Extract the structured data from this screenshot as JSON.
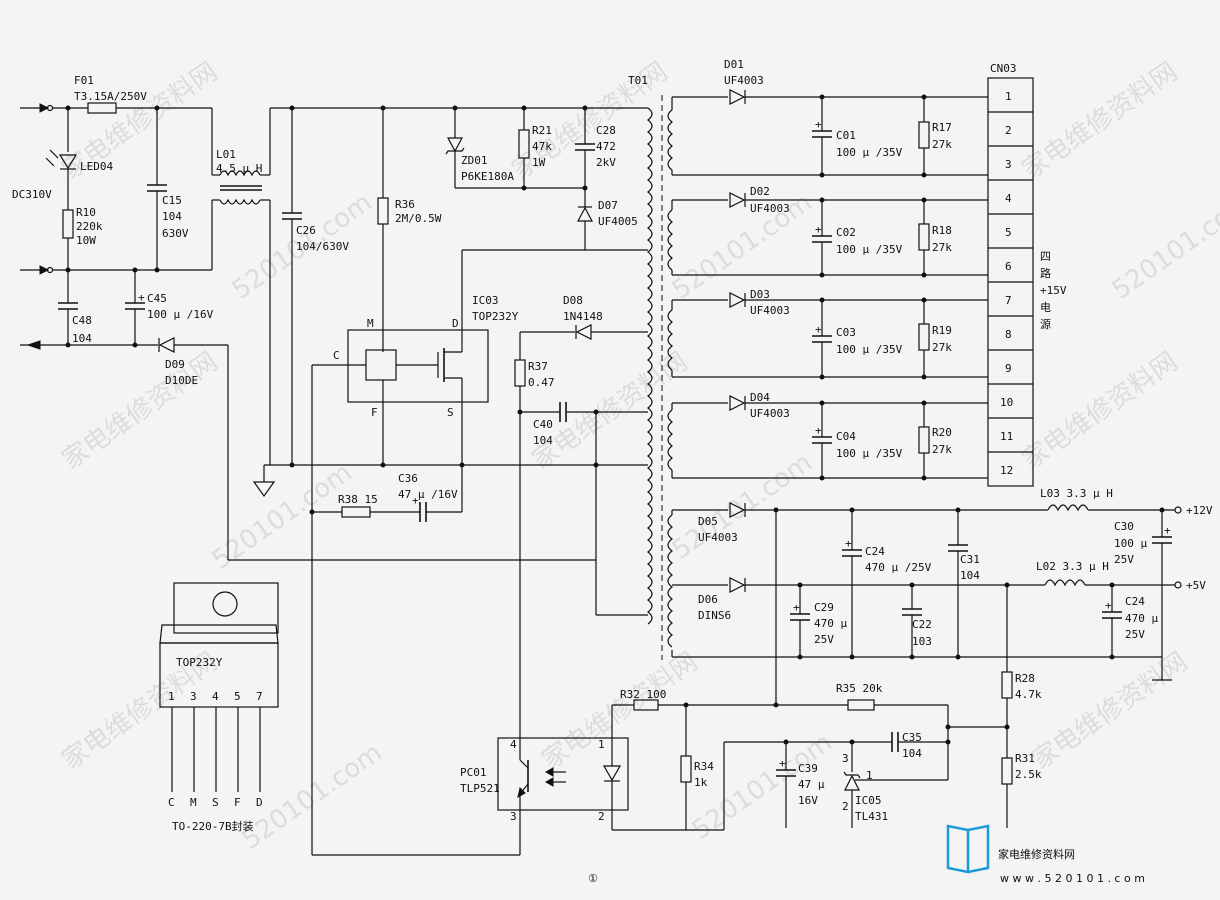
{
  "labels": {
    "f01": "F01",
    "f01v": "T3.15A/250V",
    "dc310": "DC310V",
    "led04": "LED04",
    "r10": "R10",
    "r10v1": "220k",
    "r10v2": "10W",
    "c15": "C15",
    "c15v1": "104",
    "c15v2": "630V",
    "c48": "C48",
    "c48v": "104",
    "c45": "C45",
    "c45v": "100 μ /16V",
    "d09": "D09",
    "d09v": "D10DE",
    "l01": "L01",
    "l01v": "4.5 μ H",
    "c26": "C26",
    "c26v": "104/630V",
    "r36": "R36",
    "r36v": "2M/0.5W",
    "zd01": "ZD01",
    "zd01v": "P6KE180A",
    "r21": "R21",
    "r21v1": "47k",
    "r21v2": "1W",
    "c28": "C28",
    "c28v1": "472",
    "c28v2": "2kV",
    "d07": "D07",
    "d07v": "UF4005",
    "ic03": "IC03",
    "ic03v": "TOP232Y",
    "pin_m": "M",
    "pin_d": "D",
    "pin_c": "C",
    "pin_f": "F",
    "pin_s": "S",
    "d08": "D08",
    "d08v": "1N4148",
    "r37": "R37",
    "r37v": "0.47",
    "c40": "C40",
    "c40v": "104",
    "c36": "C36",
    "c36v": "47 μ /16V",
    "r38": "R38 15",
    "t01": "T01",
    "d01": "D01",
    "d01v": "UF4003",
    "c01": "C01",
    "c01v": "100 μ /35V",
    "r17": "R17",
    "r17v": "27k",
    "d02": "D02",
    "d02v": "UF4003",
    "c02": "C02",
    "c02v": "100 μ /35V",
    "r18": "R18",
    "r18v": "27k",
    "d03": "D03",
    "d03v": "UF4003",
    "c03": "C03",
    "c03v": "100 μ /35V",
    "r19": "R19",
    "r19v": "27k",
    "d04": "D04",
    "d04v": "UF4003",
    "c04": "C04",
    "c04v": "100 μ /35V",
    "r20": "R20",
    "r20v": "27k",
    "cn03": "CN03",
    "cn_pins": [
      "1",
      "2",
      "3",
      "4",
      "5",
      "6",
      "7",
      "8",
      "9",
      "10",
      "11",
      "12"
    ],
    "side_note": [
      "四",
      "路",
      "+15V",
      "电",
      "源"
    ],
    "d05": "D05",
    "d05v": "UF4003",
    "d06": "D06",
    "d06v": "DINS6",
    "l03": "L03  3.3 μ H",
    "l02": "L02  3.3 μ H",
    "c30": "C30",
    "c30v1": "100 μ",
    "c30v2": "25V",
    "v12": "+12V",
    "v5": "+5V",
    "c24a": "C24",
    "c24av": "470 μ /25V",
    "c31": "C31",
    "c31v": "104",
    "c29": "C29",
    "c29v1": "470 μ",
    "c29v2": "25V",
    "c22": "C22",
    "c22v": "103",
    "c24b": "C24",
    "c24bv1": "470 μ",
    "c24bv2": "25V",
    "r28": "R28",
    "r28v": "4.7k",
    "r31": "R31",
    "r31v": "2.5k",
    "r32": "R32  100",
    "r35": "R35  20k",
    "r34": "R34",
    "r34v": "1k",
    "c39": "C39",
    "c39v1": "47 μ",
    "c39v2": "16V",
    "c35": "C35",
    "c35v": "104",
    "ic05": "IC05",
    "ic05v": "TL431",
    "tl_pin1": "1",
    "tl_pin2": "2",
    "tl_pin3": "3",
    "pc01": "PC01",
    "pc01v": "TLP521",
    "pc_pin4": "4",
    "pc_pin1": "1",
    "pc_pin3": "3",
    "pc_pin2": "2",
    "pkg_name": "TOP232Y",
    "pkg_pins": [
      "1",
      "3",
      "4",
      "5",
      "7"
    ],
    "pkg_names": [
      "C",
      "M",
      "S",
      "F",
      "D"
    ],
    "pkg_caption": "TO-220-7B封装",
    "fig_no": "①",
    "watermark": "家电维修资料网",
    "watermark_url": "520101.com",
    "brand_cn": "家电维修资料网",
    "brand_url": "w w w . 5 2 0 1 0 1 . c o m"
  },
  "colors": {
    "ink": "#111111",
    "paper": "#f4f4f4",
    "brand": "#1a9bd7"
  }
}
